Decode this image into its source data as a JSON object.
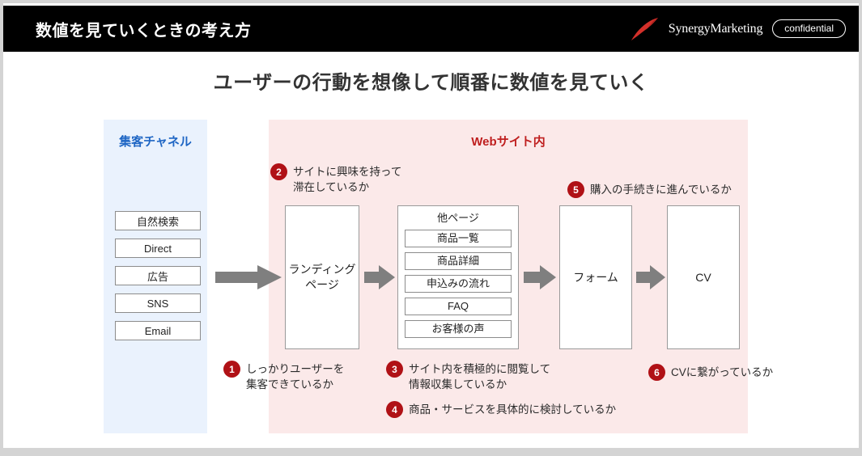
{
  "header": {
    "title": "数値を見ていくときの考え方",
    "brand_name": "SynergyMarketing",
    "confidential_label": "confidential",
    "logo_icon": "synergy-swoosh-icon",
    "bar_color": "#000000"
  },
  "slide": {
    "title": "ユーザーの行動を想像して順番に数値を見ていく"
  },
  "channel_panel": {
    "title": "集客チャネル",
    "accent_color": "#1f66c4",
    "background_color": "#eaf2fd",
    "items": [
      {
        "label": "自然検索"
      },
      {
        "label": "Direct"
      },
      {
        "label": "広告"
      },
      {
        "label": "SNS"
      },
      {
        "label": "Email"
      }
    ]
  },
  "web_panel": {
    "title": "Webサイト内",
    "accent_color": "#bf1f1f",
    "background_color": "#fbe9e9"
  },
  "flow": {
    "landing": {
      "label": "ランディング\nページ"
    },
    "other_pages": {
      "title": "他ページ",
      "items": [
        {
          "label": "商品一覧"
        },
        {
          "label": "商品詳細"
        },
        {
          "label": "申込みの流れ"
        },
        {
          "label": "FAQ"
        },
        {
          "label": "お客様の声"
        }
      ]
    },
    "form": {
      "label": "フォーム"
    },
    "cv": {
      "label": "CV"
    }
  },
  "annotations": [
    {
      "number": "1",
      "text": "しっかりユーザーを\n集客できているか"
    },
    {
      "number": "2",
      "text": "サイトに興味を持って\n滞在しているか"
    },
    {
      "number": "3",
      "text": "サイト内を積極的に閲覧して\n情報収集しているか"
    },
    {
      "number": "4",
      "text": "商品・サービスを具体的に検討しているか"
    },
    {
      "number": "5",
      "text": "購入の手続きに進んでいるか"
    },
    {
      "number": "6",
      "text": "CVに繋がっているか"
    }
  ],
  "colors": {
    "badge": "#b01116",
    "arrow": "#7f7f7f",
    "logo_red": "#d3302a"
  }
}
